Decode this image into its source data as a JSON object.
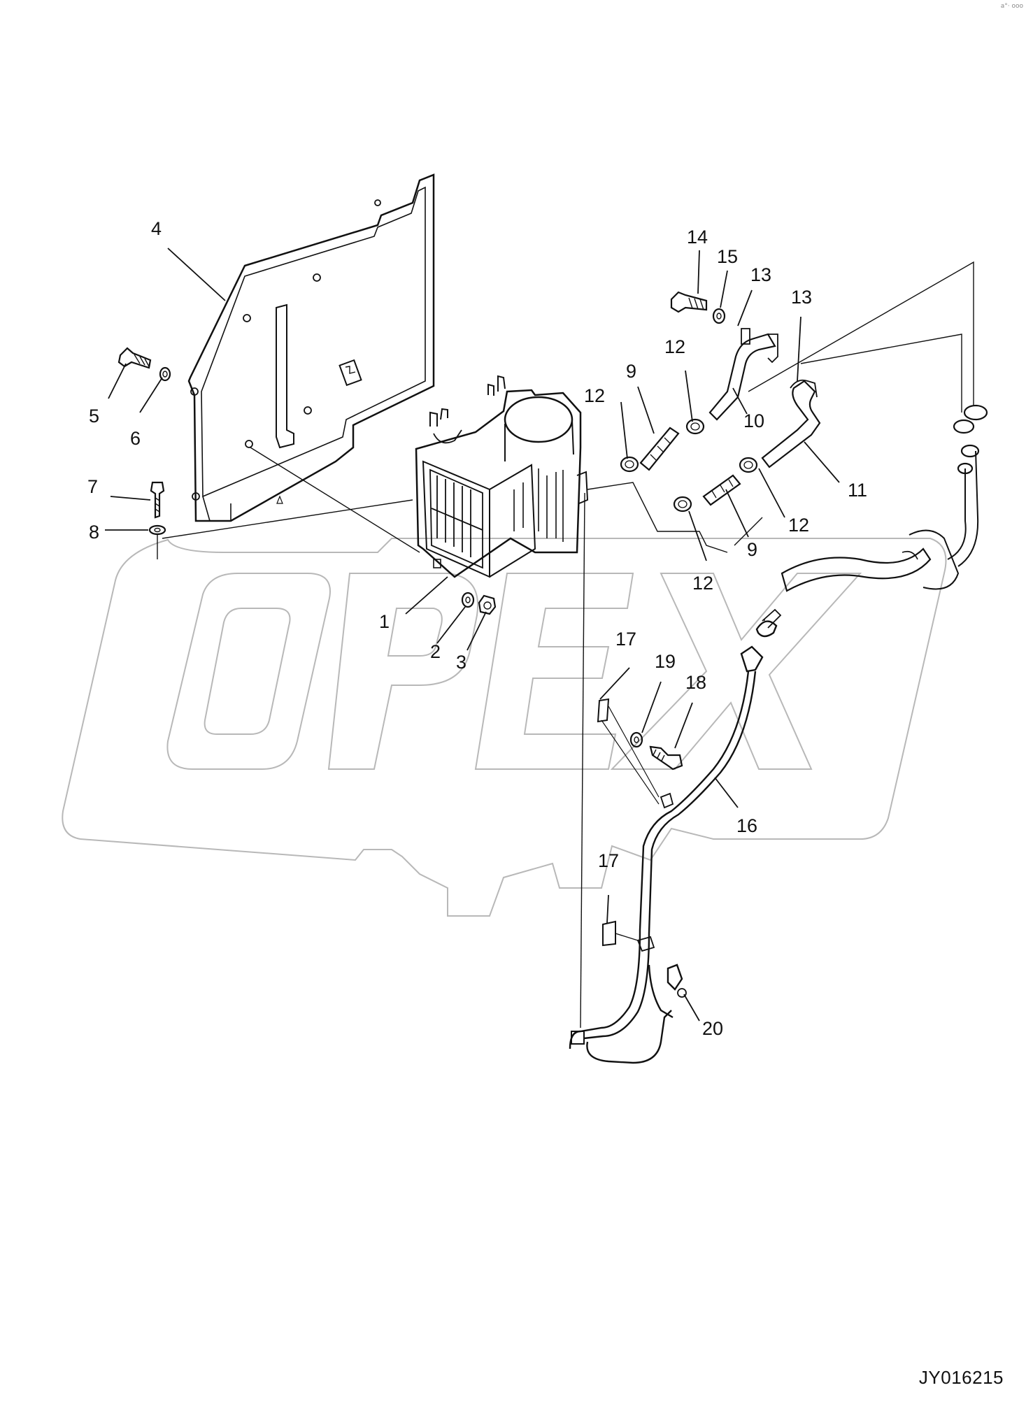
{
  "watermark": {
    "text": "OPEX"
  },
  "drawing_id": "JY016215",
  "corner_mark": "a°· ooo",
  "callouts": {
    "c1": "1",
    "c2": "2",
    "c3": "3",
    "c4": "4",
    "c5": "5",
    "c6": "6",
    "c7": "7",
    "c8": "8",
    "c9a": "9",
    "c9b": "9",
    "c10": "10",
    "c11": "11",
    "c12a": "12",
    "c12b": "12",
    "c12c": "12",
    "c12d": "12",
    "c13a": "13",
    "c13b": "13",
    "c14": "14",
    "c15": "15",
    "c16": "16",
    "c17a": "17",
    "c17b": "17",
    "c18": "18",
    "c19": "19",
    "c20": "20"
  },
  "colors": {
    "line": "#111111",
    "watermark_outline": "#b8b8b8"
  }
}
